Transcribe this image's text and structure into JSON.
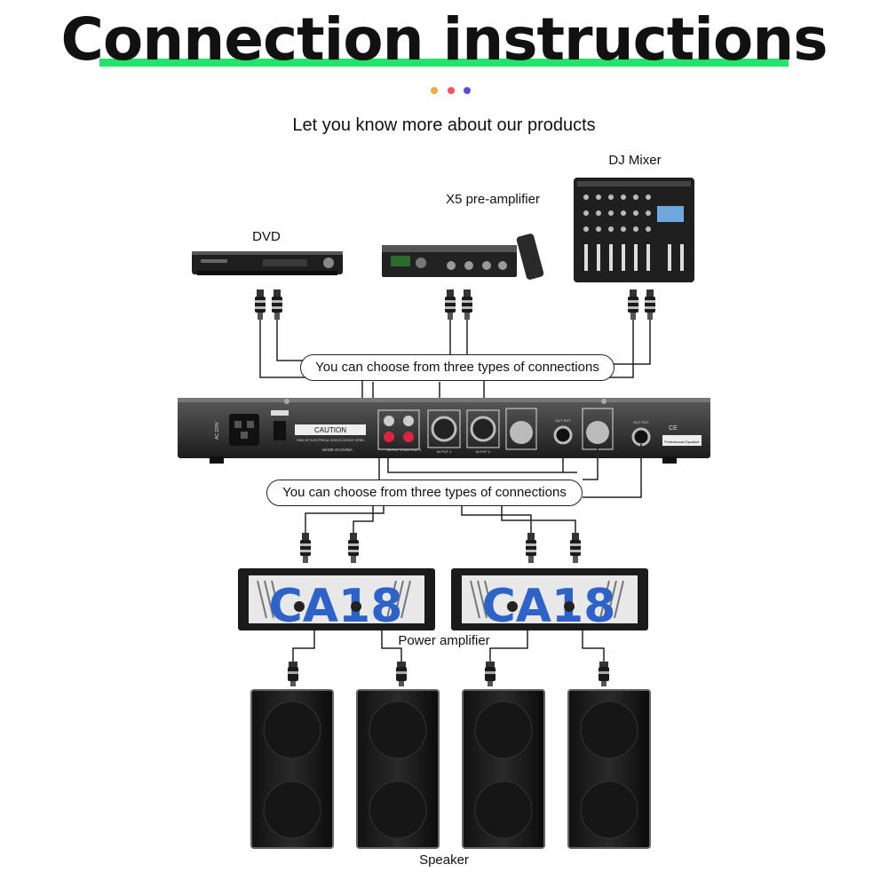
{
  "title": "Connection instructions",
  "subtitle": "Let you know more about our products",
  "accent_color": "#22e36b",
  "dots": [
    "#f0a93a",
    "#f0555e",
    "#5a4de0"
  ],
  "sources": {
    "dvd": "DVD",
    "preamp": "X5 pre-amplifier",
    "mixer": "DJ Mixer"
  },
  "connection_note_top": "You can choose from three types of connections",
  "connection_note_bottom": "You can choose from three types of connections",
  "equalizer": {
    "caution": "CAUTION",
    "warning": "RISK OF ELECTRICAL SHOCK DO NOT OPEN",
    "made_in": "MADE IN CHINA",
    "ac_label": "AC 220V",
    "input1": "IN PUT 1",
    "input2": "IN PUT 2",
    "out1": "OUT PUT 1",
    "output": "OUT PUT",
    "brand": "Professional Equalizer",
    "ce": "CE"
  },
  "amplifier": {
    "model": "CA18",
    "label": "Power amplifier"
  },
  "speaker_label": "Speaker"
}
